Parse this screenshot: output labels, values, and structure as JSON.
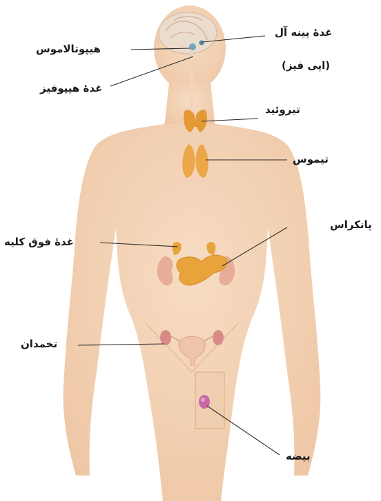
{
  "labels": {
    "pineal": "غدهٔ پینه آل",
    "pineal_alt": "(اپی فیز)",
    "hypothalamus": "هیپوتالاموس",
    "pituitary": "غدهٔ هیپوفیز",
    "thyroid": "تیروئید",
    "thymus": "تیموس",
    "pancreas": "پانکراس",
    "adrenal": "غدهٔ فوق کلیه",
    "ovary": "تخمدان",
    "testis": "بیضه"
  },
  "colors": {
    "skin": "#f3d2b4",
    "skin_shade": "#e7b894",
    "gland": "#e8a33a",
    "kidney": "#e8ad97",
    "ovary": "#d98a86",
    "testis": "#c86aa8",
    "brain": "#ead8c6",
    "hypothalamus": "#6fa8c4"
  }
}
